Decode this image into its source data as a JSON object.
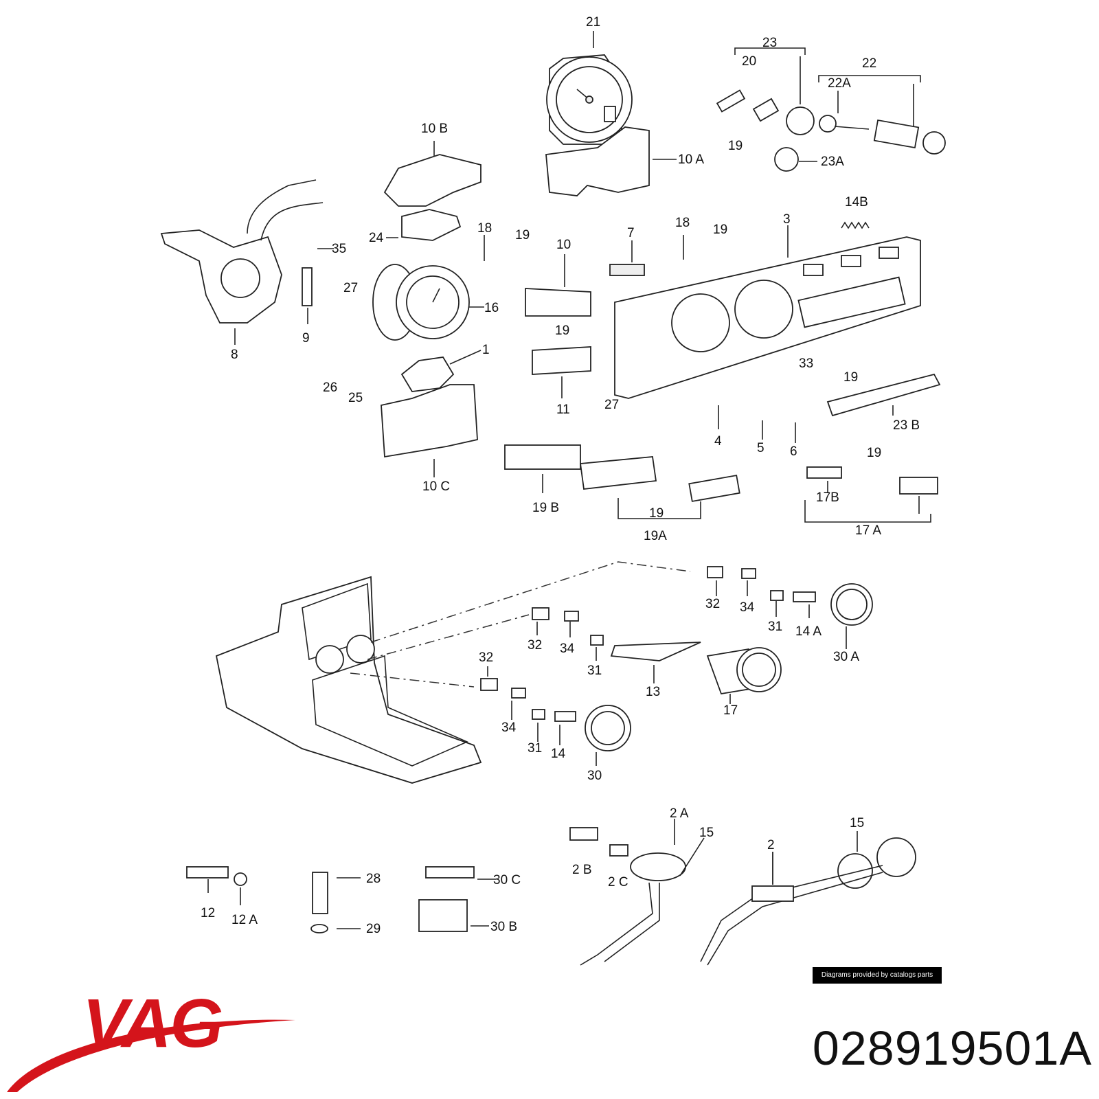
{
  "diagram": {
    "callouts": [
      {
        "id": "c1",
        "text": "21"
      },
      {
        "id": "c2",
        "text": "23"
      },
      {
        "id": "c3",
        "text": "20"
      },
      {
        "id": "c4",
        "text": "22"
      },
      {
        "id": "c5",
        "text": "22A"
      },
      {
        "id": "c6",
        "text": "19"
      },
      {
        "id": "c7",
        "text": "23A"
      },
      {
        "id": "c8",
        "text": "10 B"
      },
      {
        "id": "c9",
        "text": "10 A"
      },
      {
        "id": "c10",
        "text": "14B"
      },
      {
        "id": "c11",
        "text": "35"
      },
      {
        "id": "c12",
        "text": "24"
      },
      {
        "id": "c13",
        "text": "18"
      },
      {
        "id": "c14",
        "text": "19"
      },
      {
        "id": "c15",
        "text": "10"
      },
      {
        "id": "c16",
        "text": "7"
      },
      {
        "id": "c17",
        "text": "18"
      },
      {
        "id": "c18",
        "text": "19"
      },
      {
        "id": "c19",
        "text": "3"
      },
      {
        "id": "c20",
        "text": "27"
      },
      {
        "id": "c21",
        "text": "16"
      },
      {
        "id": "c22",
        "text": "19"
      },
      {
        "id": "c23",
        "text": "8"
      },
      {
        "id": "c24",
        "text": "9"
      },
      {
        "id": "c25",
        "text": "1"
      },
      {
        "id": "c26",
        "text": "26"
      },
      {
        "id": "c27",
        "text": "25"
      },
      {
        "id": "c28",
        "text": "11"
      },
      {
        "id": "c29",
        "text": "33"
      },
      {
        "id": "c30",
        "text": "19"
      },
      {
        "id": "c31",
        "text": "27"
      },
      {
        "id": "c32",
        "text": "4"
      },
      {
        "id": "c33",
        "text": "5"
      },
      {
        "id": "c34",
        "text": "6"
      },
      {
        "id": "c35",
        "text": "23 B"
      },
      {
        "id": "c36",
        "text": "10 C"
      },
      {
        "id": "c37",
        "text": "19 B"
      },
      {
        "id": "c38",
        "text": "19"
      },
      {
        "id": "c39",
        "text": "19"
      },
      {
        "id": "c40",
        "text": "19A"
      },
      {
        "id": "c41",
        "text": "17B"
      },
      {
        "id": "c42",
        "text": "17 A"
      },
      {
        "id": "c43",
        "text": "32"
      },
      {
        "id": "c44",
        "text": "34"
      },
      {
        "id": "c45",
        "text": "31"
      },
      {
        "id": "c46",
        "text": "14 A"
      },
      {
        "id": "c47",
        "text": "30 A"
      },
      {
        "id": "c48",
        "text": "32"
      },
      {
        "id": "c49",
        "text": "34"
      },
      {
        "id": "c50",
        "text": "31"
      },
      {
        "id": "c51",
        "text": "13"
      },
      {
        "id": "c52",
        "text": "17"
      },
      {
        "id": "c53",
        "text": "32"
      },
      {
        "id": "c54",
        "text": "34"
      },
      {
        "id": "c55",
        "text": "31"
      },
      {
        "id": "c56",
        "text": "14"
      },
      {
        "id": "c57",
        "text": "30"
      },
      {
        "id": "c58",
        "text": "2 A"
      },
      {
        "id": "c59",
        "text": "15"
      },
      {
        "id": "c60",
        "text": "15"
      },
      {
        "id": "c61",
        "text": "2"
      },
      {
        "id": "c62",
        "text": "2 B"
      },
      {
        "id": "c63",
        "text": "2 C"
      },
      {
        "id": "c64",
        "text": "28"
      },
      {
        "id": "c65",
        "text": "30 C"
      },
      {
        "id": "c66",
        "text": "12"
      },
      {
        "id": "c67",
        "text": "12 A"
      },
      {
        "id": "c68",
        "text": "29"
      },
      {
        "id": "c69",
        "text": "30 B"
      }
    ],
    "credit": "Diagrams provided by catalogs parts"
  },
  "brand": {
    "logo_text": "VAG",
    "color": "#d4141b"
  },
  "part_number": "028919501A"
}
